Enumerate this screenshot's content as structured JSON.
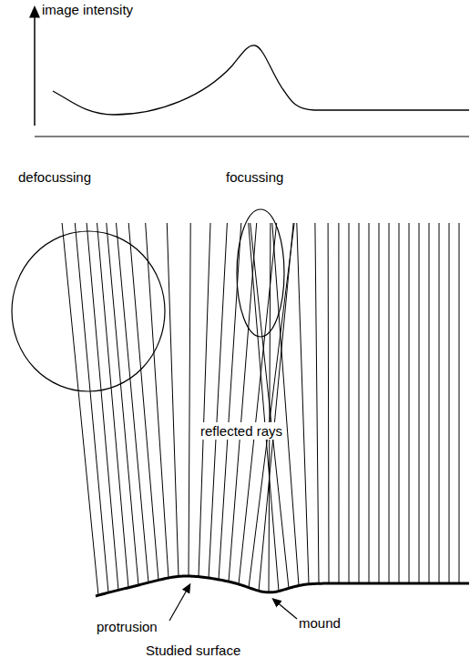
{
  "diagram": {
    "labels": [
      "image intensity",
      "defocussing",
      "focussing",
      "reflected rays",
      "protrusion",
      "mound",
      "Studied surface"
    ]
  }
}
